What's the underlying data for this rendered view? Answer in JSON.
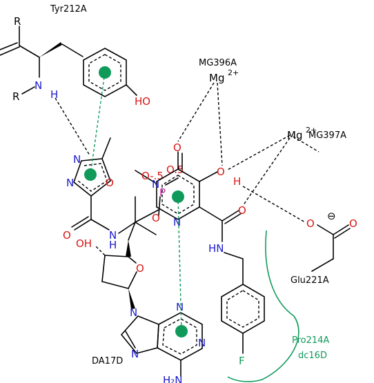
{
  "residues": {
    "tyr": "Tyr212A",
    "mg1": "MG396A",
    "mg2": "MG397A",
    "glu": "Glu221A",
    "pro": "Pro214A",
    "dc": "dc16D",
    "da": "DA17D"
  },
  "atoms": {
    "r1": "R",
    "r2": "R",
    "n_tyr": "N",
    "h_tyr": "H",
    "ho": "HO",
    "mg_a": "Mg",
    "mg_a_charge": "2+",
    "mg_b": "Mg",
    "mg_b_charge": "2+",
    "ox_n1": "N",
    "ox_n2": "N",
    "ox_o": "O",
    "o_top": "O",
    "o_neg5": "O-.5",
    "o_5": "O.5",
    "p": "P",
    "n_pyr_top": "N",
    "n_pyr_bot": "N",
    "o_ring_h": "O",
    "h_ring": "H",
    "o_amide_r": "O",
    "o_glu1": "O",
    "o_glu2": "O",
    "minus": "⊖",
    "o_amide_l": "O",
    "n_amide_l": "N",
    "h_amide_l": "H",
    "o_p_bot": "O",
    "oh": "OH",
    "o_sugar": "O",
    "hn": "HN",
    "f": "F",
    "ad_n1": "N",
    "ad_n2": "N",
    "ad_n3": "N",
    "ad_n4": "N",
    "ad_nh2": "H₂N"
  },
  "colors": {
    "nitrogen": "#1a1acc",
    "oxygen": "#d81818",
    "interaction": "#0f9a5a",
    "phosphorus": "#cc22aa"
  }
}
